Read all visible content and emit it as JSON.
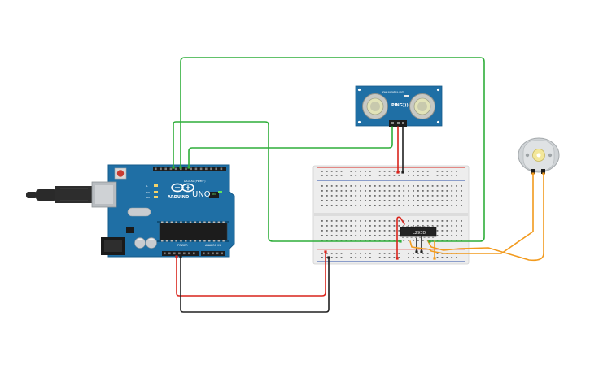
{
  "arduino": {
    "brand": "ARDUINO",
    "model": "UNO",
    "header_digital": "DIGITAL (PWM~)",
    "header_power": "POWER",
    "header_analog": "ANALOG IN",
    "on_label": "ON",
    "tx_label": "TX",
    "rx_label": "RX",
    "l_label": "L"
  },
  "sensor": {
    "name": "PING)))",
    "maker": "www.parallax.com"
  },
  "chip": {
    "label": "L293D"
  },
  "colors": {
    "board_blue": "#1f6fa5",
    "breadboard": "#ececec",
    "wire_green": "#2fae3a",
    "wire_red": "#d9241c",
    "wire_black": "#202020",
    "wire_orange": "#f29a1d",
    "chip_black": "#222222",
    "motor_silver": "#cfd3d6"
  }
}
